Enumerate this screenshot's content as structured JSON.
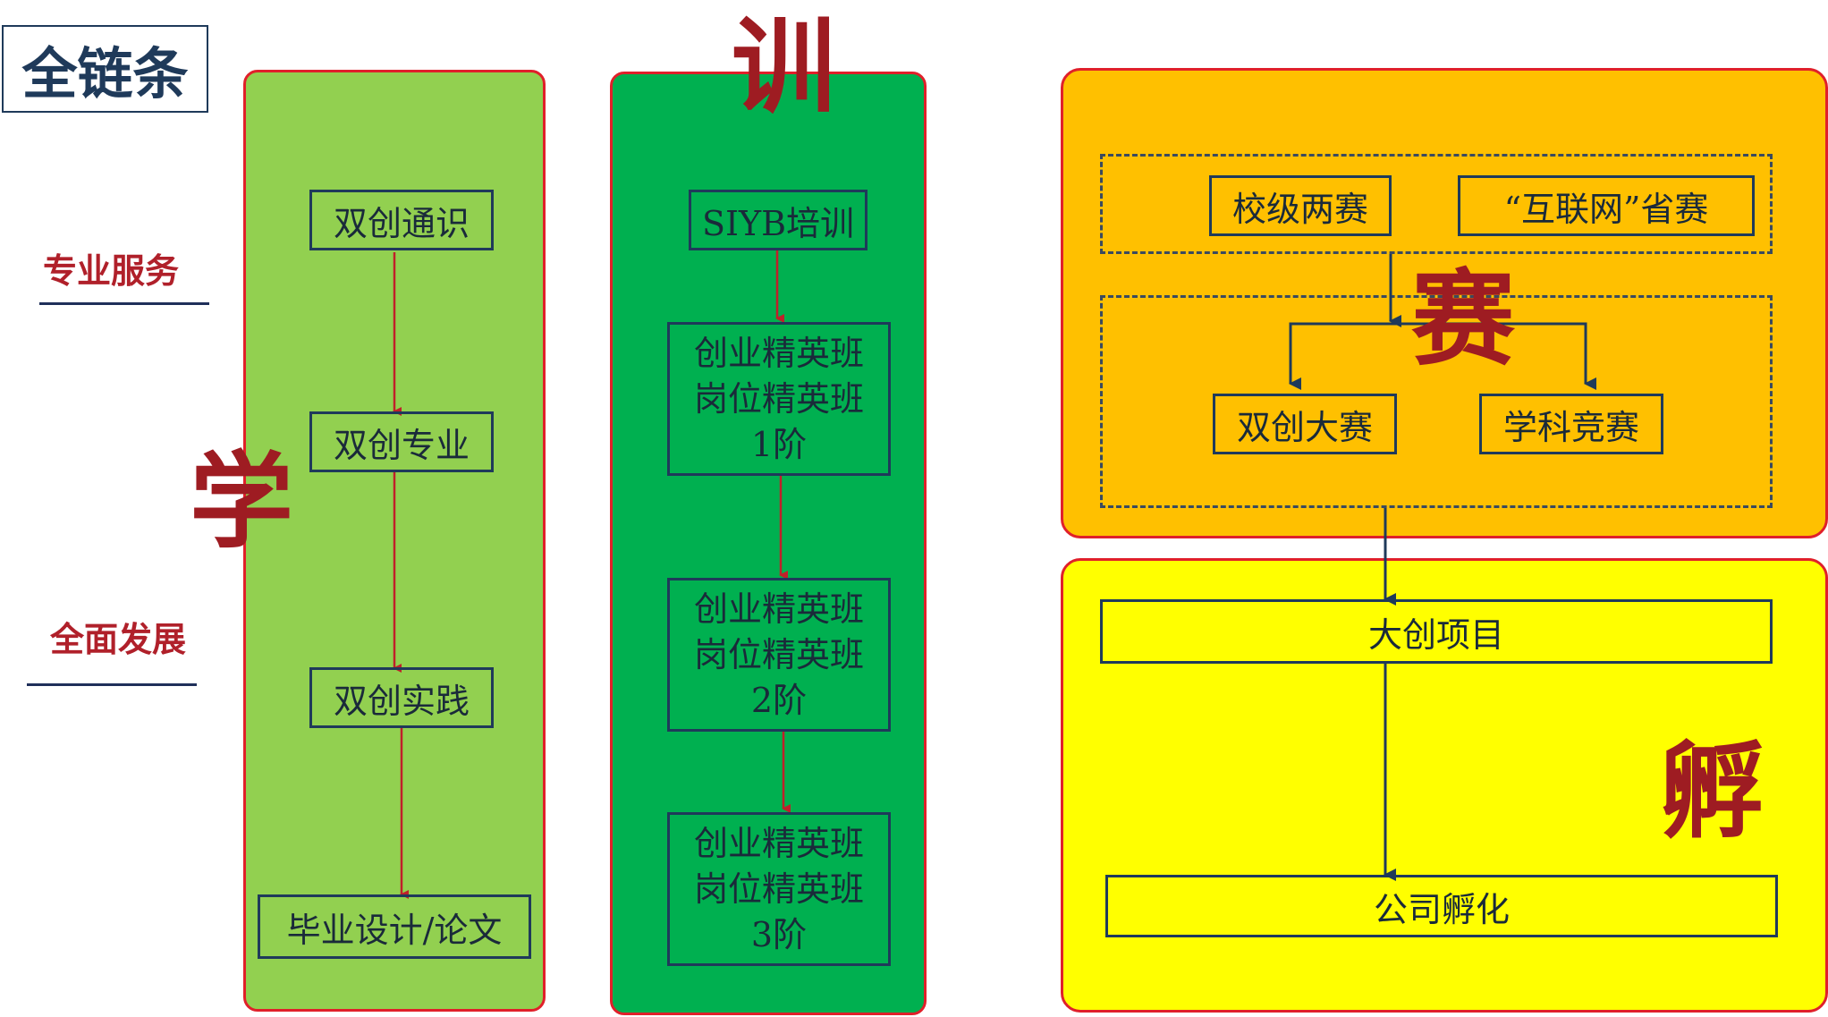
{
  "title": "全链条",
  "side_labels": {
    "professional": "专业服务",
    "overall": "全面发展"
  },
  "learn": {
    "char": "学",
    "items": [
      "双创通识",
      "双创专业",
      "双创实践",
      "毕业设计/论文"
    ]
  },
  "train": {
    "char": "训",
    "items": [
      "SIYB培训",
      "创业精英班\n岗位精英班\n1阶",
      "创业精英班\n岗位精英班\n2阶",
      "创业精英班\n岗位精英班\n3阶"
    ]
  },
  "compete": {
    "char": "赛",
    "top_items": [
      "校级两赛",
      "“互联网”省赛"
    ],
    "bottom_items": [
      "双创大赛",
      "学科竞赛"
    ]
  },
  "incubate": {
    "char": "孵",
    "items": [
      "大创项目",
      "公司孵化"
    ]
  },
  "colors": {
    "learn_panel": "#92d050",
    "train_panel": "#00b050",
    "compete_panel": "#ffc000",
    "incubate_panel": "#ffff00",
    "panel_border": "#e0202a",
    "arrow_red": "#c0202a",
    "arrow_navy": "#1f3a5a"
  }
}
